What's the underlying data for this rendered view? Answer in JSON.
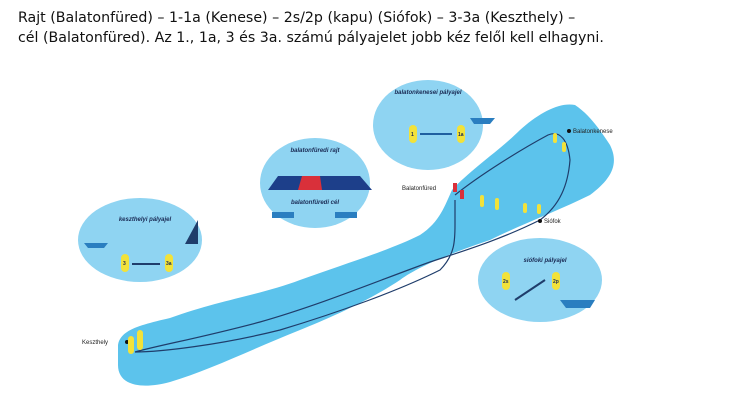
{
  "caption": {
    "line1": "Rajt (Balatonfüred) – 1-1a (Kenese) – 2s/2p (kapu) (Siófok) – 3-3a (Keszthely) –",
    "line2": "cél (Balatonfüred). Az 1., 1a, 3 és 3a. számú pályajelet jobb kéz felől kell elhagyni."
  },
  "map": {
    "places": {
      "kenese": "Balatonkenese",
      "fured": "Balatonfüred",
      "siofok": "Siófok",
      "keszthely": "Keszthely"
    },
    "insets": {
      "kenese": "balatonkenesei pályajel",
      "start": "balatonfüredi rajt",
      "finish": "balatonfüredi cél",
      "keszthely": "keszthelyi pályajel",
      "siofok": "siófoki pályajel"
    },
    "buoys": {
      "b1": "1",
      "b1a": "1a",
      "b2s": "2s",
      "b2p": "2p",
      "b3": "3",
      "b3a": "3a"
    },
    "colors": {
      "water": "#5cc3ec",
      "inset": "#8fd4f2",
      "buoy": "#f2e23a",
      "course": "#1f3d6b",
      "red": "#d9303a"
    }
  }
}
